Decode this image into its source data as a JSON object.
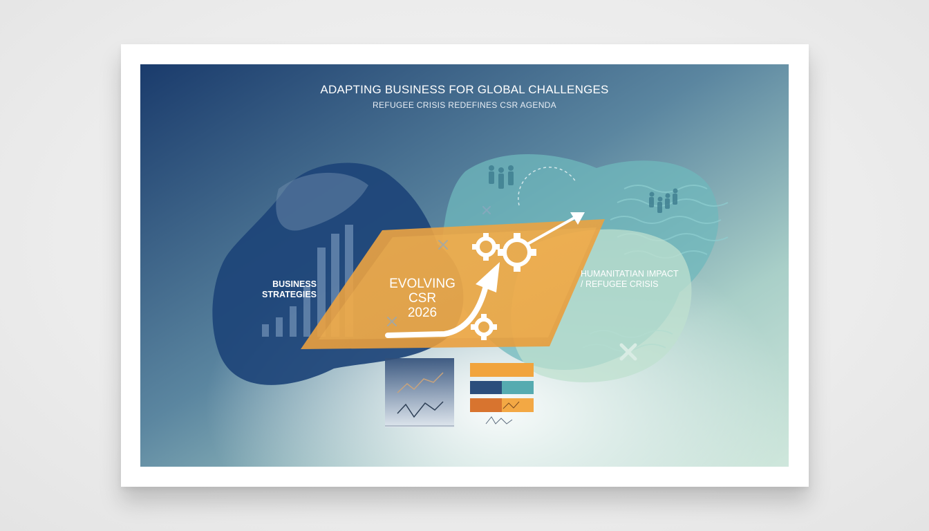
{
  "header": {
    "title": "ADAPTING BUSINESS FOR GLOBAL CHALLENGES",
    "subtitle": "REFUGEE CRISIS REDEFINES CSR AGENDA"
  },
  "labels": {
    "left_line1": "BUSINESS",
    "left_line2": "STRATEGIES",
    "right_line1": "HUMANITATIAN IMPACT",
    "right_line2": "/ REFUGEE CRISIS",
    "center_line1": "EVOLVING",
    "center_line2": "CSR",
    "center_line3": "2026"
  },
  "icons": [
    "people-group-icon",
    "gear-icon",
    "growth-arrow-icon",
    "cross-mark-icon",
    "bar-chart-icon",
    "line-chart-icon"
  ],
  "colors": {
    "deep_blue": "#1e3f70",
    "teal": "#5fb0b4",
    "orange": "#f0a43c",
    "mint": "#bfe0d2"
  }
}
